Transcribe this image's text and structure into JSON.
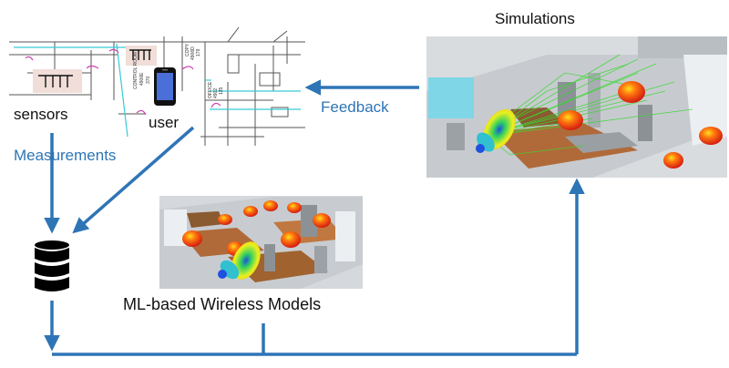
{
  "labels": {
    "simulations": "Simulations",
    "feedback": "Feedback",
    "sensors": "sensors",
    "user": "user",
    "measurements": "Measurements",
    "ml_models": "ML-based Wireless Models"
  },
  "floorplan_rooms": {
    "control_room": "CONTROL ROOM",
    "control_room_number": "4906E",
    "control_room_sub": "370",
    "copy": "COPY",
    "copy_number": "4906D",
    "copy_sub": "179",
    "office": "OFFICE",
    "office_number": "4902",
    "office_sub": "135"
  },
  "colors": {
    "arrow": "#2e75b6",
    "text_dark": "#111111",
    "text_blue": "#2e75b6",
    "floorplan_cyan": "#39c9d6",
    "floorplan_magenta": "#d040b0",
    "lobe_red": "#e8201a",
    "lobe_yellow": "#f7e51b",
    "ray_green": "#38d830"
  },
  "icons": {
    "database": "database-icon",
    "phone": "smartphone-icon",
    "sensor": "sensor-antenna-icon"
  }
}
